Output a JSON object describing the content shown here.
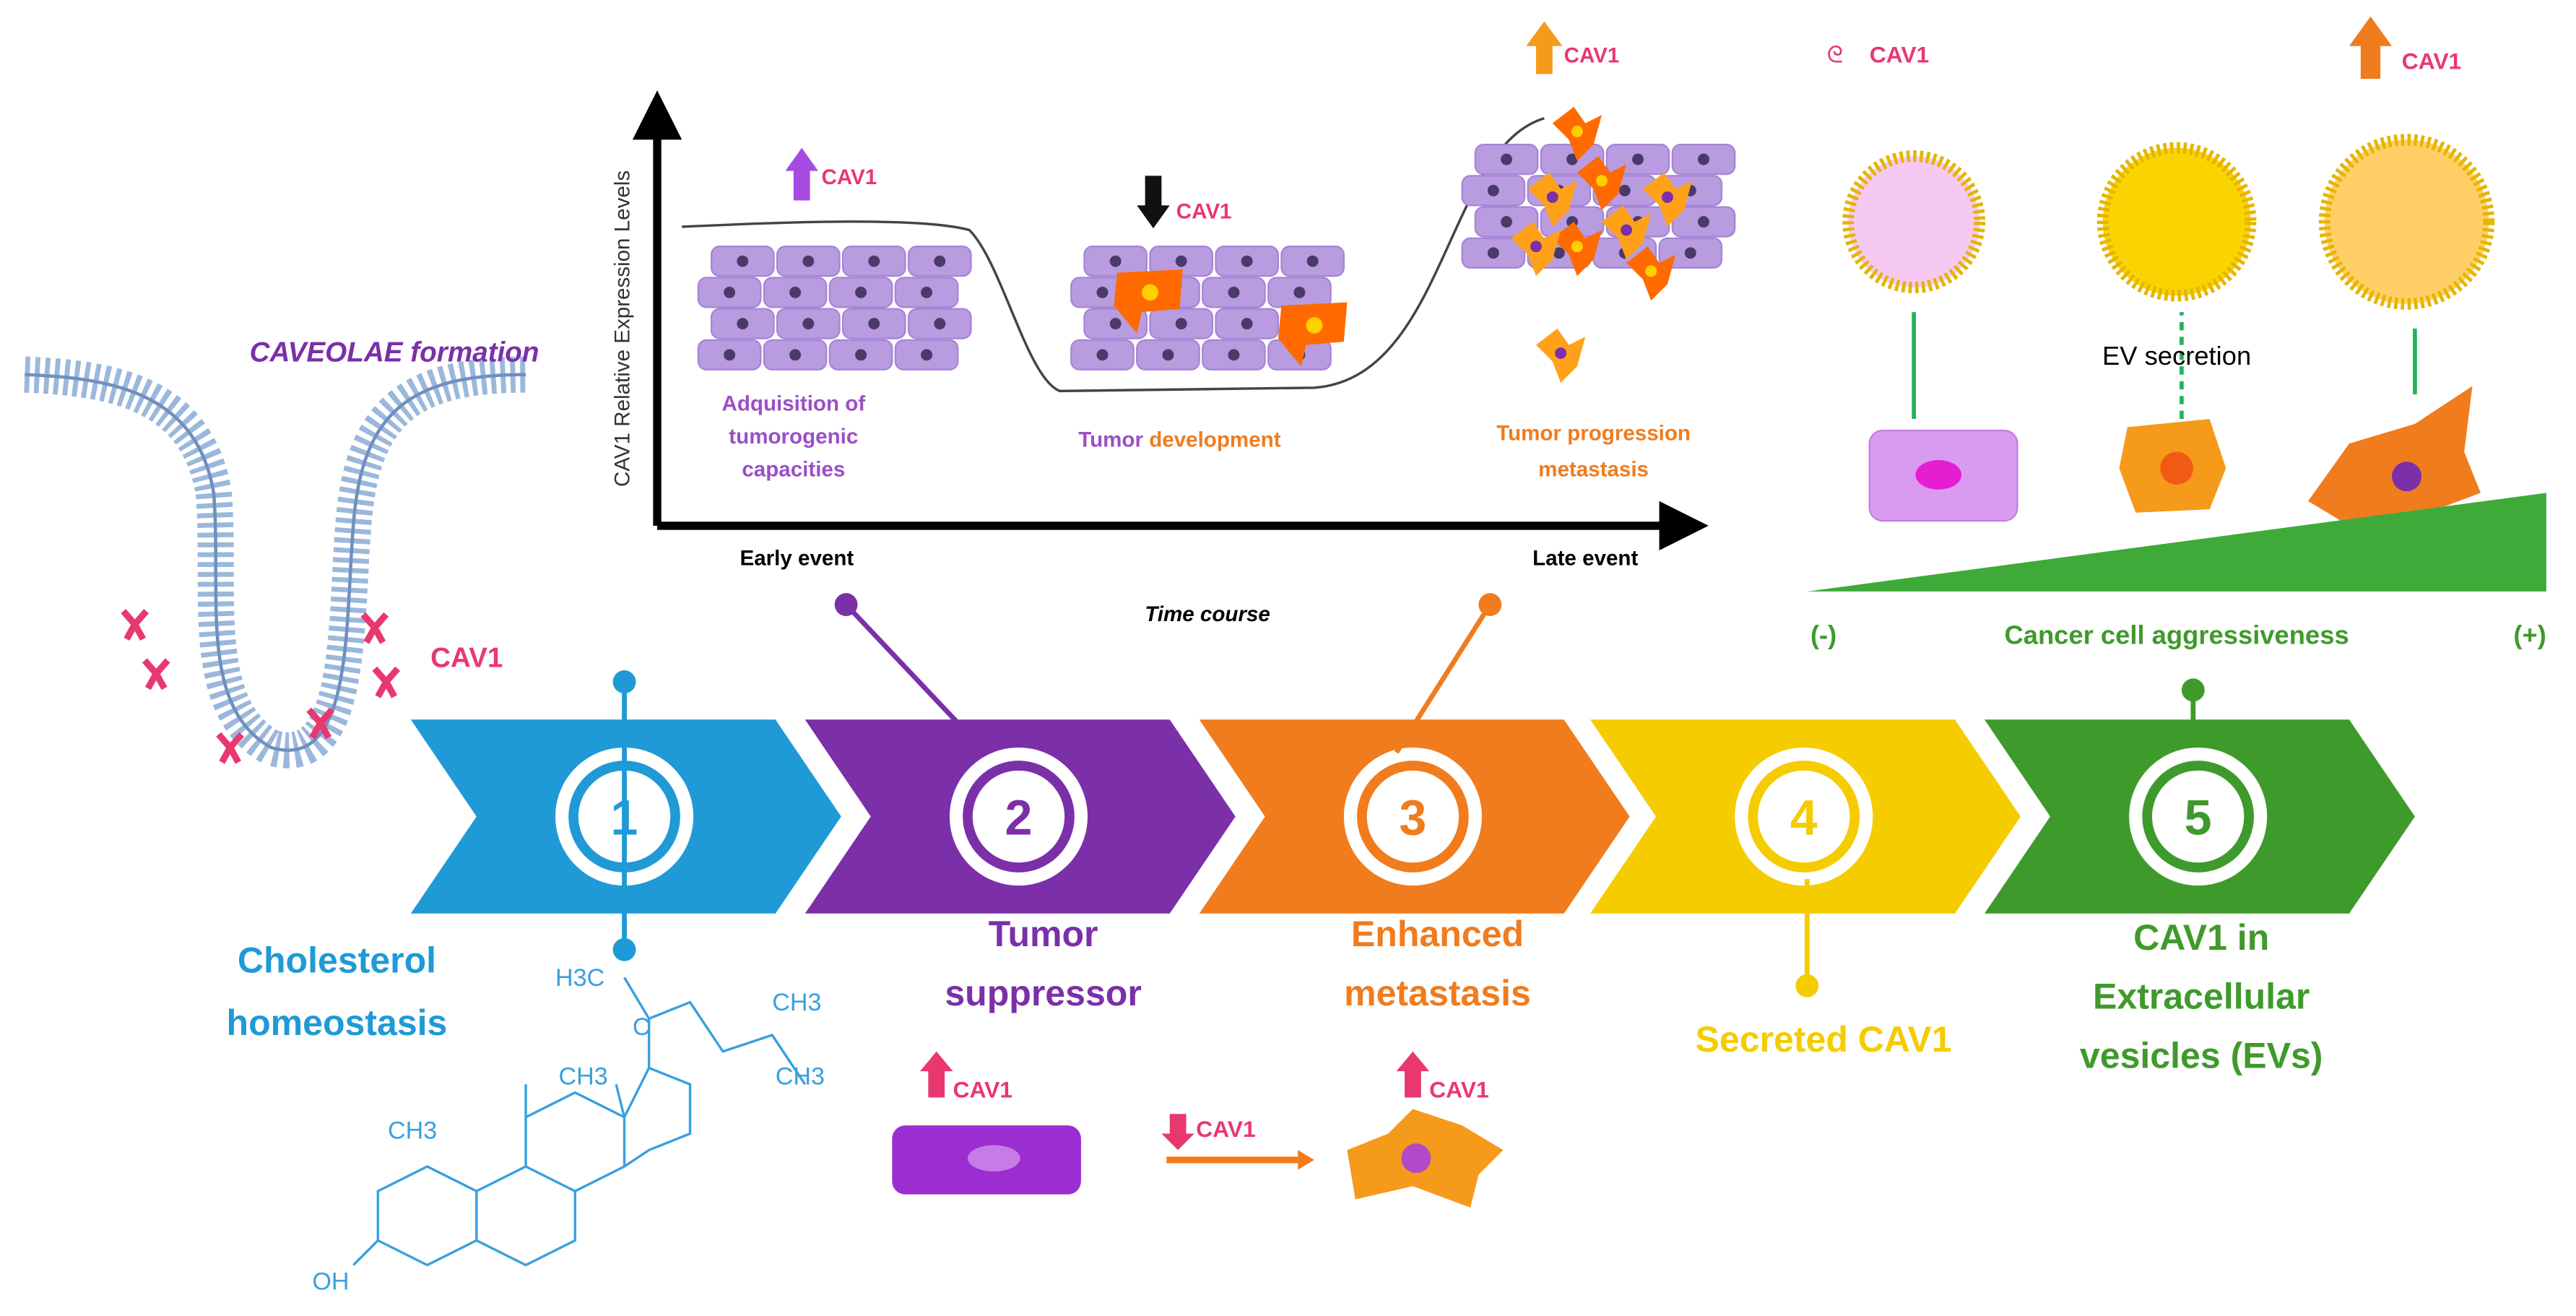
{
  "colors": {
    "blue": "#1f9ad6",
    "purple": "#7b2fa8",
    "orange": "#f07c1e",
    "yellow": "#f5cc00",
    "green": "#3f9a2c",
    "pink": "#e8386f",
    "cell": "#b99be0"
  },
  "caveolae": {
    "title": "CAVEOLAE formation",
    "protein": "CAV1"
  },
  "graph": {
    "ylabel": "CAV1 Relative Expression Levels",
    "xlabel": "Time course",
    "early": "Early event",
    "late": "Late event",
    "stages": [
      {
        "line1": "Adquisition of",
        "line2": "tumorogenic",
        "line3": "capacities",
        "marker": "CAV1",
        "trend": "up"
      },
      {
        "word1": "Tumor",
        "word2": "development",
        "marker": "CAV1",
        "trend": "down"
      },
      {
        "line1": "Tumor progression",
        "line2": "metastasis",
        "marker": "CAV1",
        "trend": "up"
      }
    ]
  },
  "ev_panel": {
    "legend": "CAV1",
    "marker": "CAV1",
    "secretion": "EV secretion",
    "minus": "(-)",
    "plus": "(+)",
    "aggressiveness": "Cancer cell aggressiveness"
  },
  "timeline": [
    {
      "num": "1",
      "line1": "Cholesterol",
      "line2": "homeostasis"
    },
    {
      "num": "2",
      "line1": "Tumor",
      "line2": "suppressor"
    },
    {
      "num": "3",
      "line1": "Enhanced",
      "line2": "metastasis"
    },
    {
      "num": "4",
      "line1": "Secreted CAV1"
    },
    {
      "num": "5",
      "line1": "CAV1 in",
      "line2": "Extracellular",
      "line3": "vesicles (EVs)"
    }
  ],
  "cholesterol": {
    "h3c": "H3C",
    "ch3a": "CH3",
    "c": "C",
    "ch3b": "CH3",
    "ch3c": "CH3",
    "ch3d": "CH3",
    "oh": "OH"
  },
  "bottom_cells": {
    "m1": "CAV1",
    "m2": "CAV1",
    "m3": "CAV1"
  }
}
